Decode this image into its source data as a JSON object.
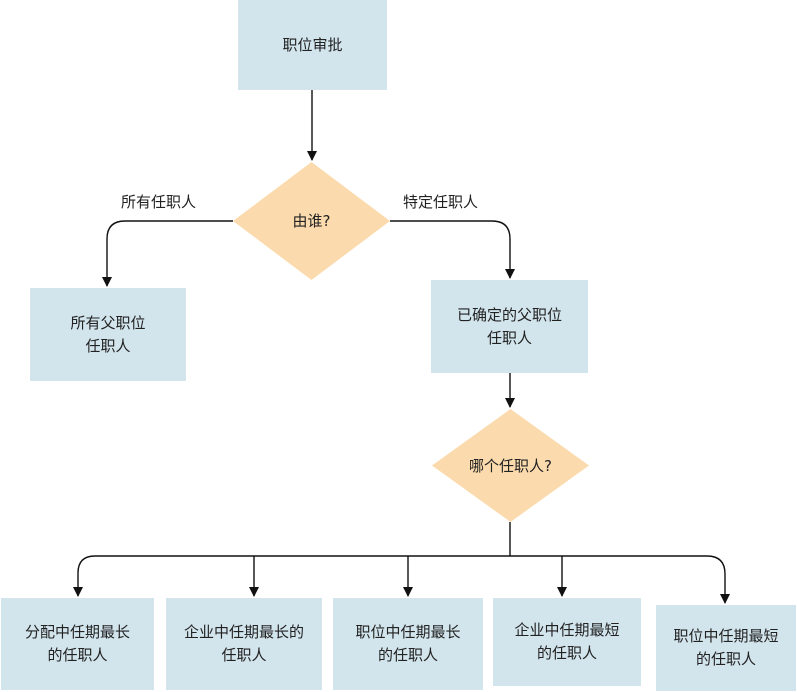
{
  "nodes": {
    "start": "职位审批",
    "decision_who": "由谁?",
    "all_parent": [
      "所有父职位",
      "任职人"
    ],
    "determined_parent": [
      "已确定的父职位",
      "任职人"
    ],
    "decision_which": "哪个任职人?",
    "leaves": [
      [
        "分配中任期最长",
        "的任职人"
      ],
      [
        "企业中任期最长的",
        "任职人"
      ],
      [
        "职位中任期最长",
        "的任职人"
      ],
      [
        "企业中任期最短",
        "的任职人"
      ],
      [
        "职位中任期最短",
        "的任职人"
      ]
    ]
  },
  "edge_labels": {
    "left": "所有任职人",
    "right": "特定任职人"
  },
  "colors": {
    "box_fill": "#d2e4ec",
    "diamond_fill": "#fbdbad",
    "line": "#111111"
  }
}
